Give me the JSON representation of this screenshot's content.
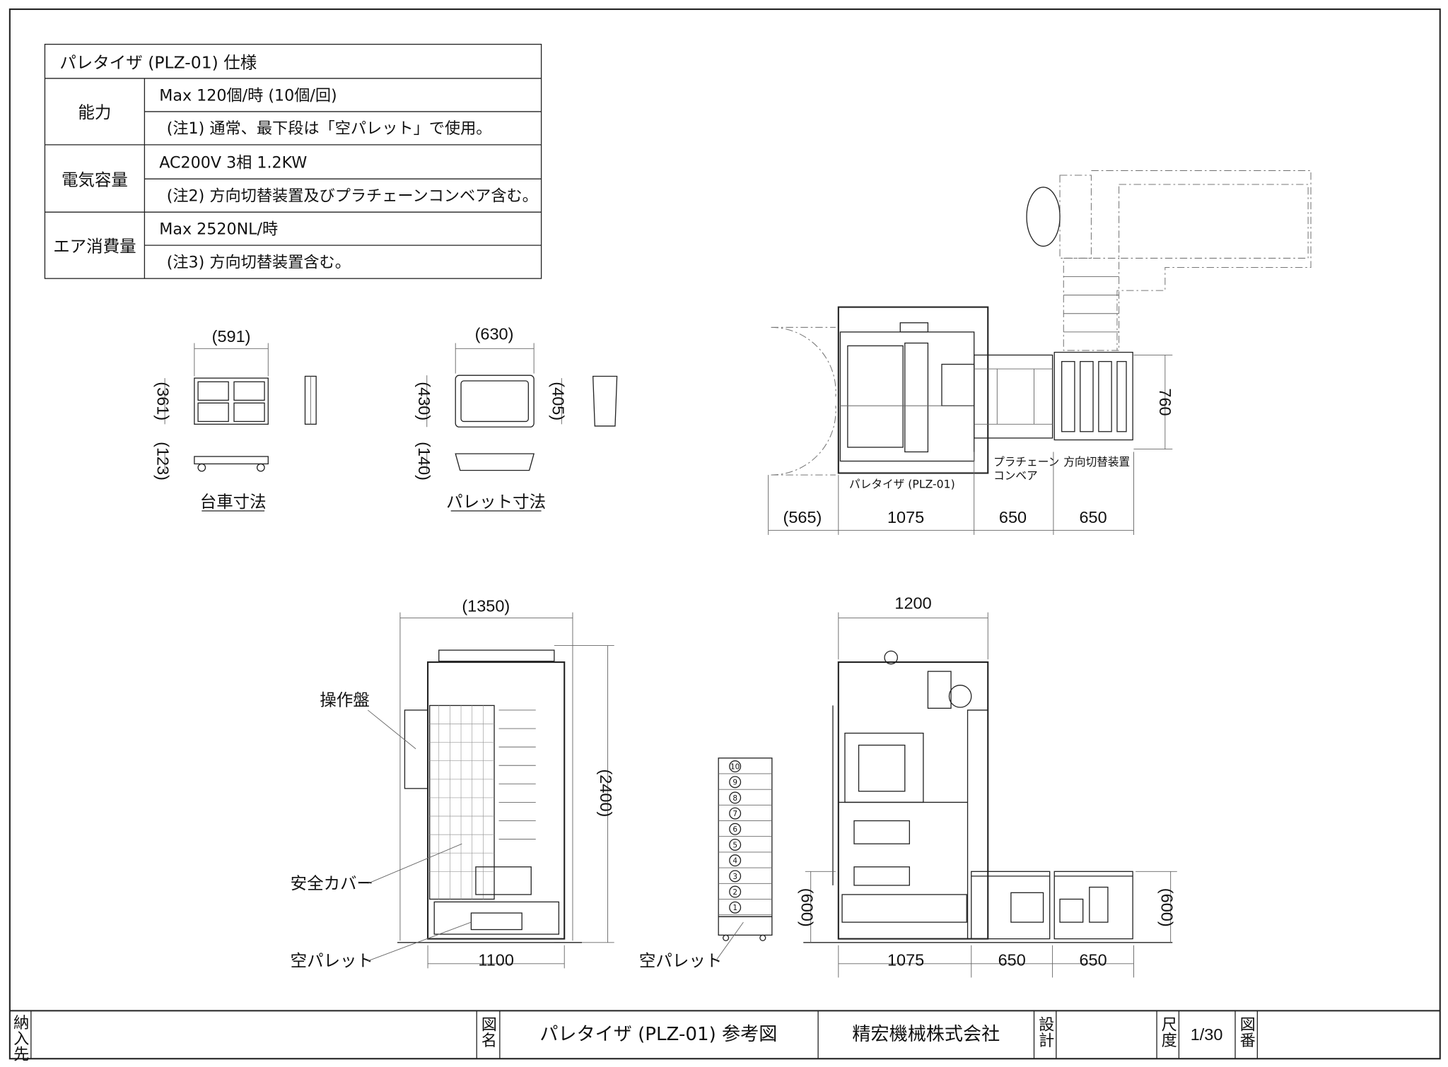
{
  "spec_table": {
    "title": "パレタイザ (PLZ-01)  仕様",
    "rows": [
      {
        "label": "能力",
        "value": "Max 120個/時 (10個/回)",
        "note": "(注1) 通常、最下段は「空パレット」で使用。"
      },
      {
        "label": "電気容量",
        "value": "AC200V 3相 1.2KW",
        "note": "(注2) 方向切替装置及びプラチェーンコンベア含む。"
      },
      {
        "label": "エア消費量",
        "value": "Max 2520NL/時",
        "note": "(注3) 方向切替装置含む。"
      }
    ]
  },
  "cart_view": {
    "width": "(591)",
    "depth": "(361)",
    "height": "(123)",
    "caption": "台車寸法"
  },
  "pallet_view": {
    "width": "(630)",
    "depth": "(430)",
    "depth2": "(405)",
    "height": "(140)",
    "caption": "パレット寸法"
  },
  "plan_view": {
    "dims": [
      "(565)",
      "1075",
      "650",
      "650"
    ],
    "depth": "760",
    "label_palletizer": "パレタイザ (PLZ-01)",
    "label_conveyor_1": "プラチェーン",
    "label_conveyor_2": "コンベア",
    "label_switcher": "方向切替装置"
  },
  "front_view": {
    "width_overall": "(1350)",
    "height": "(2400)",
    "width_base": "1100",
    "callout_panel": "操作盤",
    "callout_cover": "安全カバー",
    "callout_pallet": "空パレット"
  },
  "side_view": {
    "width_top": "1200",
    "conveyor_height_left": "(600)",
    "conveyor_height_right": "(600)",
    "dims": [
      "1075",
      "650",
      "650"
    ],
    "callout_pallet": "空パレット",
    "stack_numbers": [
      "10",
      "9",
      "8",
      "7",
      "6",
      "5",
      "4",
      "3",
      "2",
      "1"
    ]
  },
  "title_block": {
    "delivery_label": "納入先",
    "drawing_name_label": "図名",
    "drawing_name": "パレタイザ (PLZ-01) 参考図",
    "company": "精宏機械株式会社",
    "design_label": "設計",
    "scale_label": "尺度",
    "scale": "1/30",
    "drawing_no_label": "図番"
  }
}
